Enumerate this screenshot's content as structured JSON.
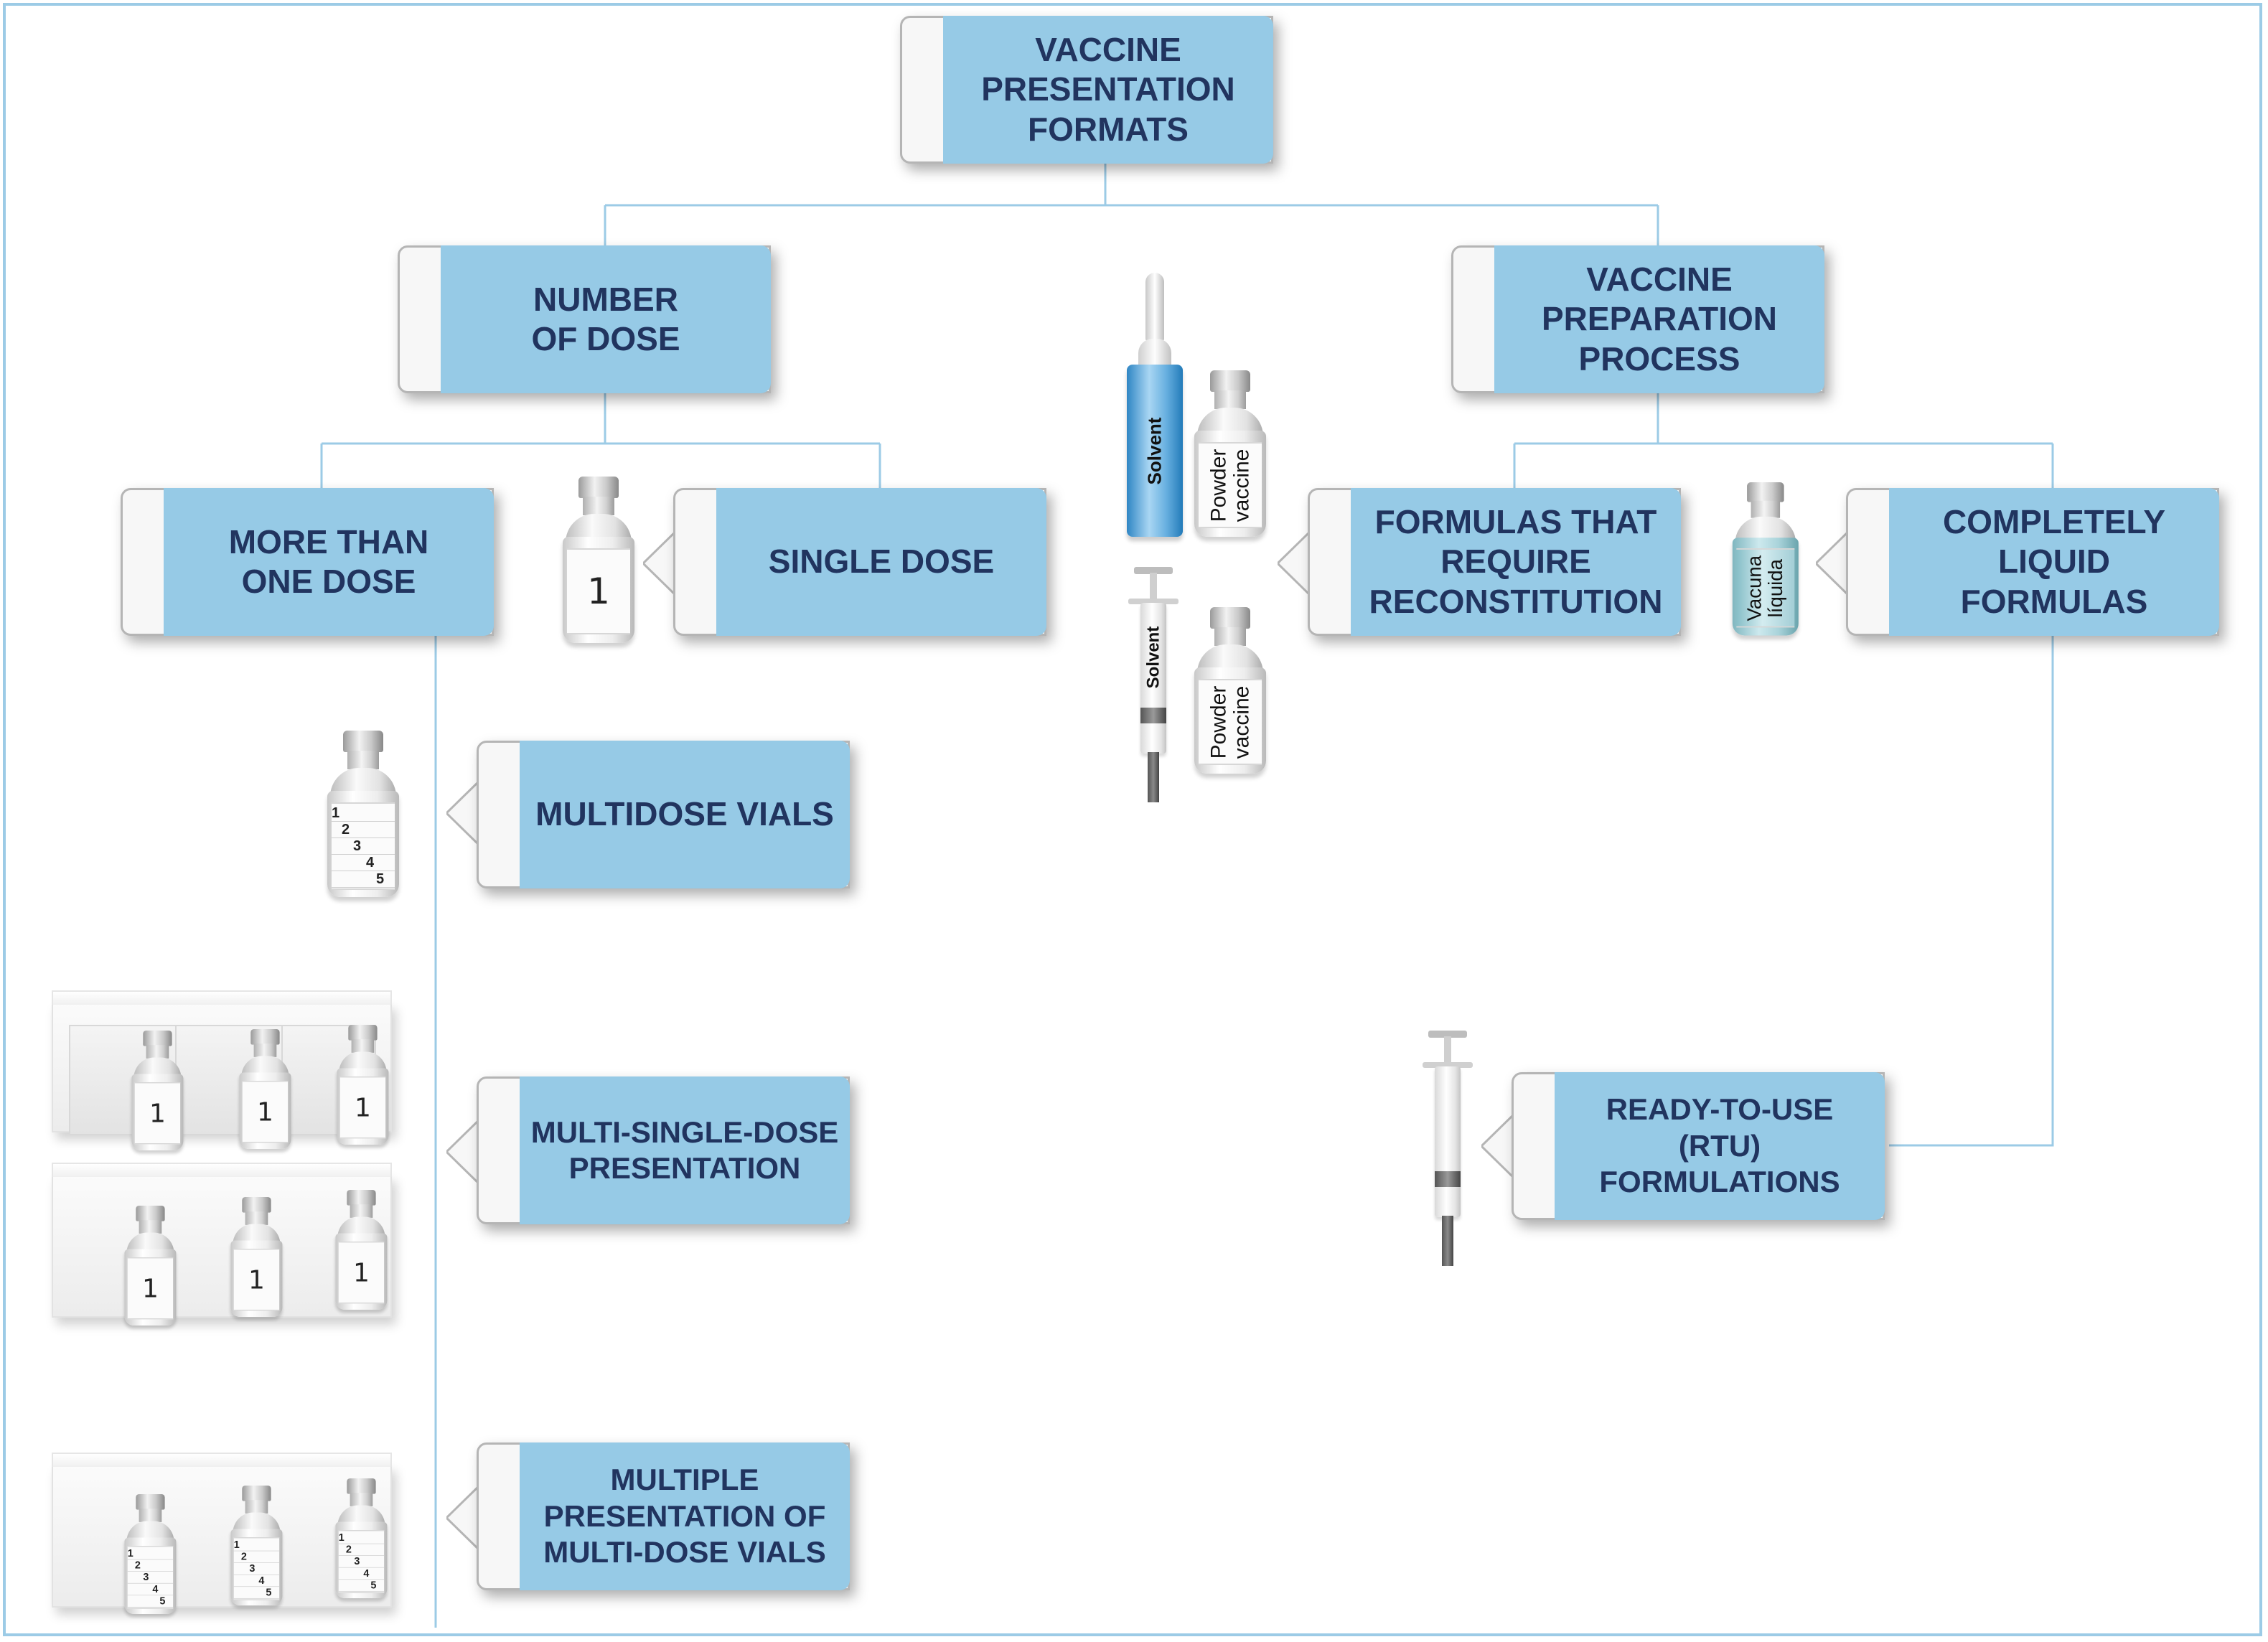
{
  "diagram": {
    "root": "VACCINE\nPRESENTATION\nFORMATS",
    "number_of_dose": "NUMBER\nOF DOSE",
    "preparation_process": "VACCINE\nPREPARATION\nPROCESS",
    "more_than_one_dose": "MORE THAN\nONE DOSE",
    "single_dose": "SINGLE DOSE",
    "reconstitution": "FORMULAS THAT\nREQUIRE\nRECONSTITUTION",
    "completely_liquid": "COMPLETELY\nLIQUID\nFORMULAS",
    "multidose_vials": "MULTIDOSE VIALS",
    "multi_single_dose": "MULTI-SINGLE-DOSE\nPRESENTATION",
    "multiple_multidose": "MULTIPLE\nPRESENTATION OF\nMULTI-DOSE VIALS",
    "rtu": "READY-TO-USE (RTU)\nFORMULATIONS"
  },
  "illustrations": {
    "solvent": "Solvent",
    "powder_vaccine": "Powder\nvaccine",
    "liquid_vaccine": "Vacuna\nlíquida",
    "single_dose_number": "1",
    "dose_numbers": [
      "1",
      "2",
      "3",
      "4",
      "5"
    ]
  },
  "colors": {
    "box_fill": "#96cae6",
    "box_text": "#21345f",
    "connector": "#9ccbe6",
    "frame": "#9ccbe6"
  }
}
